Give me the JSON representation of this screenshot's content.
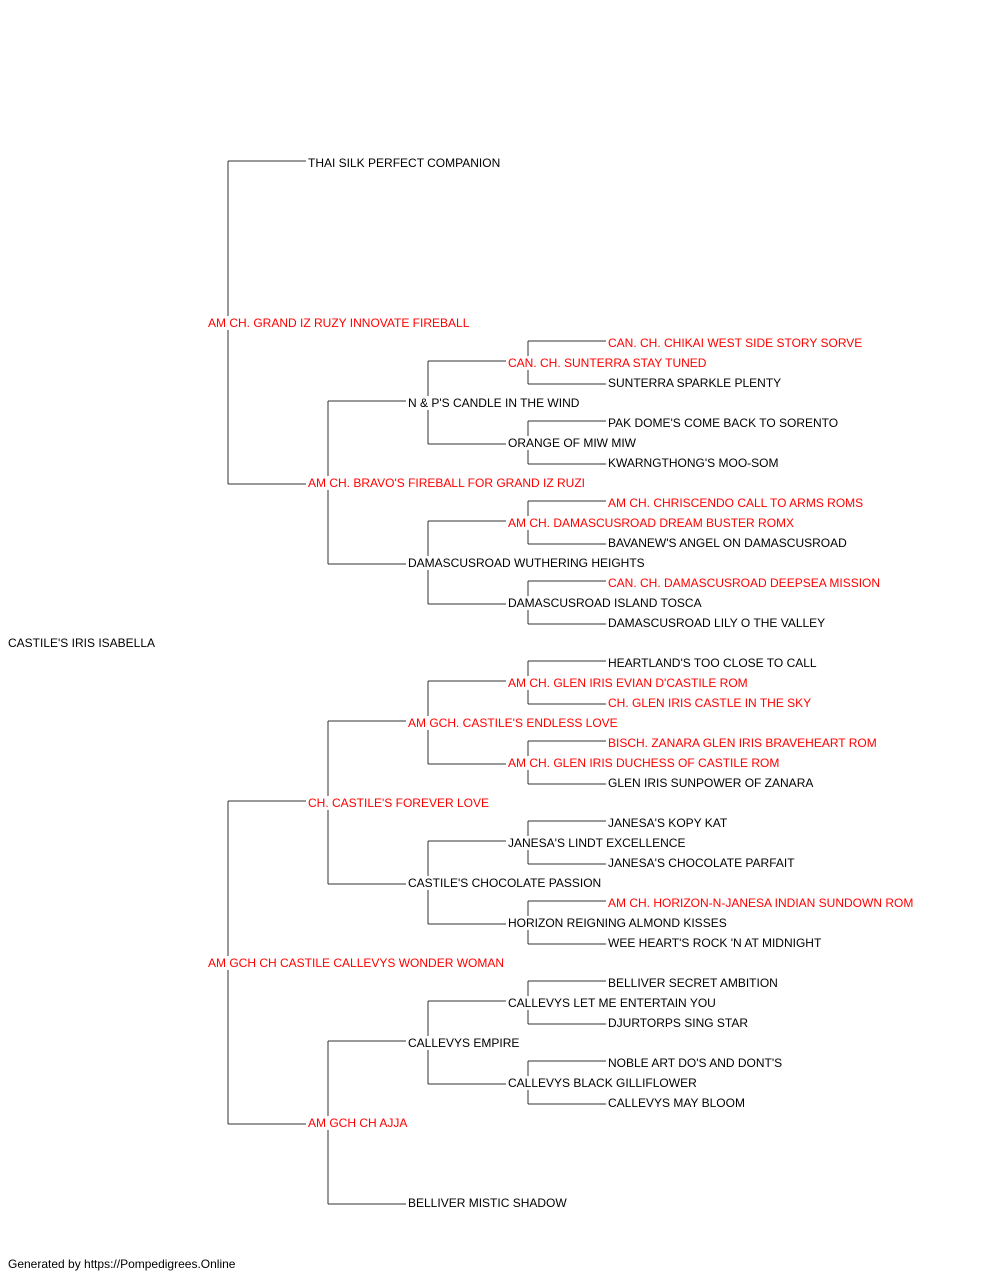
{
  "colors": {
    "champion": "#ff0000",
    "regular": "#000000",
    "line": "#333333"
  },
  "subject": {
    "name": "CASTILE'S IRIS ISABELLA",
    "champion": false
  },
  "sire": {
    "name": "AM CH. GRAND IZ RUZY INNOVATE FIREBALL",
    "champion": true,
    "sire": {
      "name": "THAI SILK PERFECT COMPANION",
      "champion": false
    },
    "dam": {
      "name": "AM CH. BRAVO'S FIREBALL FOR GRAND IZ RUZI",
      "champion": true,
      "sire": {
        "name": "N & P'S CANDLE IN THE WIND",
        "champion": false,
        "sire": {
          "name": "CAN. CH. SUNTERRA STAY TUNED",
          "champion": true,
          "sire": {
            "name": "CAN. CH. CHIKAI WEST SIDE STORY SORVE",
            "champion": true
          },
          "dam": {
            "name": "SUNTERRA SPARKLE PLENTY",
            "champion": false
          }
        },
        "dam": {
          "name": "ORANGE OF MIW MIW",
          "champion": false,
          "sire": {
            "name": "PAK DOME'S COME BACK TO SORENTO",
            "champion": false
          },
          "dam": {
            "name": "KWARNGTHONG'S MOO-SOM",
            "champion": false
          }
        }
      },
      "dam": {
        "name": "DAMASCUSROAD WUTHERING HEIGHTS",
        "champion": false,
        "sire": {
          "name": "AM CH. DAMASCUSROAD DREAM BUSTER ROMX",
          "champion": true,
          "sire": {
            "name": "AM CH. CHRISCENDO CALL TO ARMS ROMS",
            "champion": true
          },
          "dam": {
            "name": "BAVANEW'S ANGEL ON DAMASCUSROAD",
            "champion": false
          }
        },
        "dam": {
          "name": "DAMASCUSROAD ISLAND TOSCA",
          "champion": false,
          "sire": {
            "name": "CAN. CH. DAMASCUSROAD DEEPSEA MISSION",
            "champion": true
          },
          "dam": {
            "name": "DAMASCUSROAD LILY O THE VALLEY",
            "champion": false
          }
        }
      }
    }
  },
  "dam": {
    "name": "AM GCH CH CASTILE CALLEVYS WONDER WOMAN",
    "champion": true,
    "sire": {
      "name": "CH. CASTILE'S FOREVER LOVE",
      "champion": true,
      "sire": {
        "name": "AM GCH. CASTILE'S ENDLESS LOVE",
        "champion": true,
        "sire": {
          "name": "AM CH. GLEN IRIS EVIAN D'CASTILE ROM",
          "champion": true,
          "sire": {
            "name": "HEARTLAND'S TOO CLOSE TO CALL",
            "champion": false
          },
          "dam": {
            "name": "CH. GLEN IRIS CASTLE IN THE SKY",
            "champion": true
          }
        },
        "dam": {
          "name": "AM CH. GLEN IRIS DUCHESS OF CASTILE ROM",
          "champion": true,
          "sire": {
            "name": "BISCH. ZANARA GLEN IRIS BRAVEHEART ROM",
            "champion": true
          },
          "dam": {
            "name": "GLEN IRIS SUNPOWER OF ZANARA",
            "champion": false
          }
        }
      },
      "dam": {
        "name": "CASTILE'S CHOCOLATE PASSION",
        "champion": false,
        "sire": {
          "name": "JANESA'S LINDT EXCELLENCE",
          "champion": false,
          "sire": {
            "name": "JANESA'S KOPY KAT",
            "champion": false
          },
          "dam": {
            "name": "JANESA'S CHOCOLATE PARFAIT",
            "champion": false
          }
        },
        "dam": {
          "name": "HORIZON REIGNING ALMOND KISSES",
          "champion": false,
          "sire": {
            "name": "AM CH. HORIZON-N-JANESA INDIAN SUNDOWN ROM",
            "champion": true
          },
          "dam": {
            "name": "WEE HEART'S ROCK 'N AT MIDNIGHT",
            "champion": false
          }
        }
      }
    },
    "dam": {
      "name": "AM GCH CH AJJA",
      "champion": true,
      "sire": {
        "name": "CALLEVYS EMPIRE",
        "champion": false,
        "sire": {
          "name": "CALLEVYS LET ME ENTERTAIN YOU",
          "champion": false,
          "sire": {
            "name": "BELLIVER SECRET AMBITION",
            "champion": false
          },
          "dam": {
            "name": "DJURTORPS SING STAR",
            "champion": false
          }
        },
        "dam": {
          "name": "CALLEVYS BLACK GILLIFLOWER",
          "champion": false,
          "sire": {
            "name": "NOBLE ART DO'S AND DONT'S",
            "champion": false
          },
          "dam": {
            "name": "CALLEVYS MAY BLOOM",
            "champion": false
          }
        }
      },
      "dam": {
        "name": "BELLIVER MISTIC SHADOW",
        "champion": false
      }
    }
  },
  "footer": "Generated by https://Pompedigrees.Online"
}
